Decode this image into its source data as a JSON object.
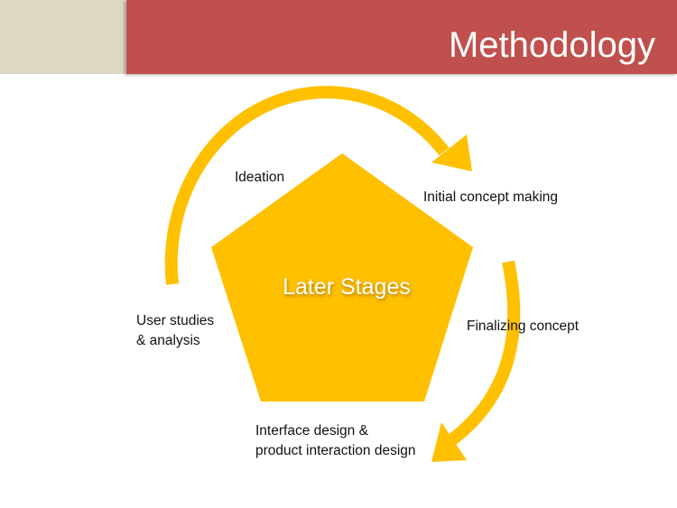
{
  "header": {
    "title": "Methodology"
  },
  "diagram": {
    "center_label": "Later Stages",
    "stages": [
      {
        "label": "User studies",
        "label2": "& analysis"
      },
      {
        "label": "Ideation"
      },
      {
        "label": "Initial concept making"
      },
      {
        "label": "Finalizing concept"
      },
      {
        "label": "Interface design &",
        "label2": "product interaction design"
      }
    ]
  },
  "colors": {
    "accent": "#FFC000",
    "header_red": "#C0504D",
    "header_beige": "#DDD8C3"
  }
}
